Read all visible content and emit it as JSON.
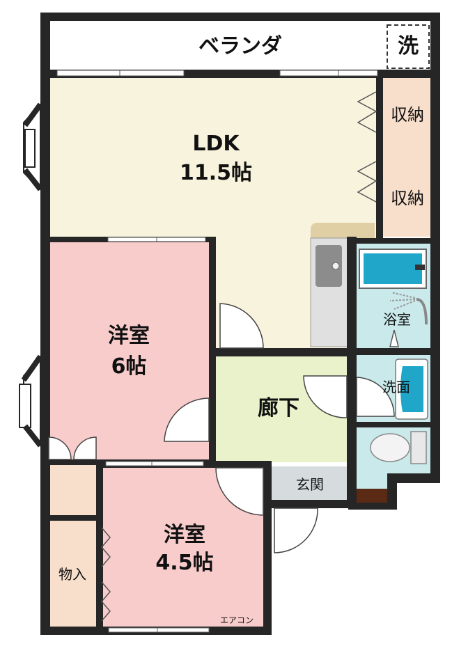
{
  "colors": {
    "wall": "#262626",
    "ldk": "#f8f3dc",
    "bedroom": "#f9cccc",
    "hall": "#e9f2ca",
    "storage": "#f8dfcc",
    "wet": "#c9e9ea",
    "entrance": "#d6dcde",
    "counter": "#e0cfa4",
    "floor_dark": "#5a2a15"
  },
  "rooms": {
    "balcony": "ベランダ",
    "washer": "洗",
    "ldk_name": "LDK",
    "ldk_size": "11.5帖",
    "storage_1": "収納",
    "storage_2": "収納",
    "bath": "浴室",
    "western_6_name": "洋室",
    "western_6_size": "6帖",
    "hallway": "廊下",
    "washroom": "洗面",
    "entrance": "玄関",
    "western_45_name": "洋室",
    "western_45_size": "4.5帖",
    "storeroom": "物入",
    "aircon": "エアコン"
  }
}
